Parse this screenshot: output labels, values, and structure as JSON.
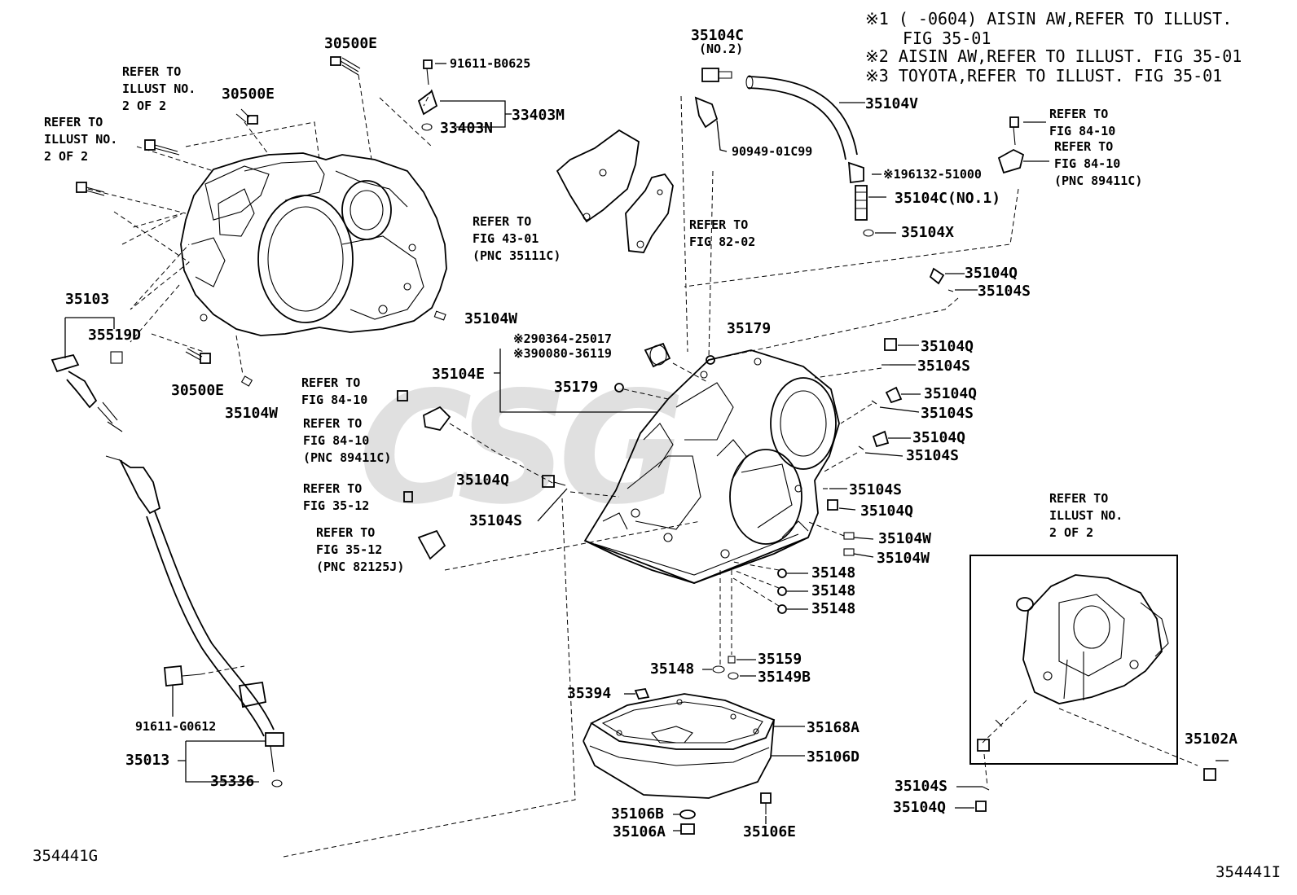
{
  "notes": [
    "※1 (    -0604) AISIN AW,REFER TO ILLUST.",
    "FIG 35-01",
    "※2 AISIN AW,REFER TO ILLUST. FIG 35-01",
    "※3 TOYOTA,REFER TO ILLUST. FIG 35-01"
  ],
  "refs": {
    "r1": "REFER TO\nILLUST NO.\n2 OF 2",
    "r2": "REFER TO\nILLUST NO.\n2 OF 2",
    "r3": "REFER TO\nFIG 43-01\n(PNC 35111C)",
    "r4": "REFER TO\nFIG 82-02",
    "r5": "REFER TO\nFIG 84-10",
    "r6": "REFER TO\nFIG 84-10\n(PNC 89411C)",
    "r7": "REFER TO\nFIG 84-10",
    "r8": "REFER TO\nFIG 84-10\n(PNC 89411C)",
    "r9": "REFER TO\nFIG 35-12",
    "r10": "REFER TO\nFIG 35-12\n(PNC 82125J)",
    "r11": "REFER TO\nILLUST NO.\n2 OF 2"
  },
  "parts": {
    "p30500e_top": "30500E",
    "p30500e_mid": "30500E",
    "p30500e_bot": "30500E",
    "p91611b0625": "91611-B0625",
    "p33403m": "33403M",
    "p33403n": "33403N",
    "p35104c2": "35104C",
    "p35104c2b": "(NO.2)",
    "p35104v": "35104V",
    "p9094901c99": "90949-01C99",
    "p196132": "※196132-51000",
    "p35104c1": "35104C(NO.1)",
    "p35104x": "35104X",
    "p35103": "35103",
    "p35519d": "35519D",
    "p35104w_a": "35104W",
    "p35104w_b": "35104W",
    "p35104w_c": "35104W",
    "p35104w_d": "35104W",
    "p290364": "※290364-25017",
    "p390080": "※390080-36119",
    "p35104e": "35104E",
    "p35179_a": "35179",
    "p35179_b": "35179",
    "p35104q_a": "35104Q",
    "p35104s_a": "35104S",
    "p35104q_b": "35104Q",
    "p35104s_b": "35104S",
    "p35104q_c": "35104Q",
    "p35104s_c": "35104S",
    "p35104q_d": "35104Q",
    "p35104s_d": "35104S",
    "p35104q_e": "35104Q",
    "p35104s_e": "35104S",
    "p35104s_f": "35104S",
    "p35104q_f": "35104Q",
    "p35104s_g": "35104S",
    "p35104q_g": "35104Q",
    "p35148_a": "35148",
    "p35148_b": "35148",
    "p35148_c": "35148",
    "p35148_d": "35148",
    "p35159": "35159",
    "p35149b": "35149B",
    "p35394": "35394",
    "p35168a": "35168A",
    "p35106d": "35106D",
    "p35106b": "35106B",
    "p35106a": "35106A",
    "p35106e": "35106E",
    "p91611g0612": "91611-G0612",
    "p35013": "35013",
    "p35336": "35336",
    "p35102a": "35102A"
  },
  "figure_codes": {
    "left": "354441G",
    "right": "354441I"
  }
}
